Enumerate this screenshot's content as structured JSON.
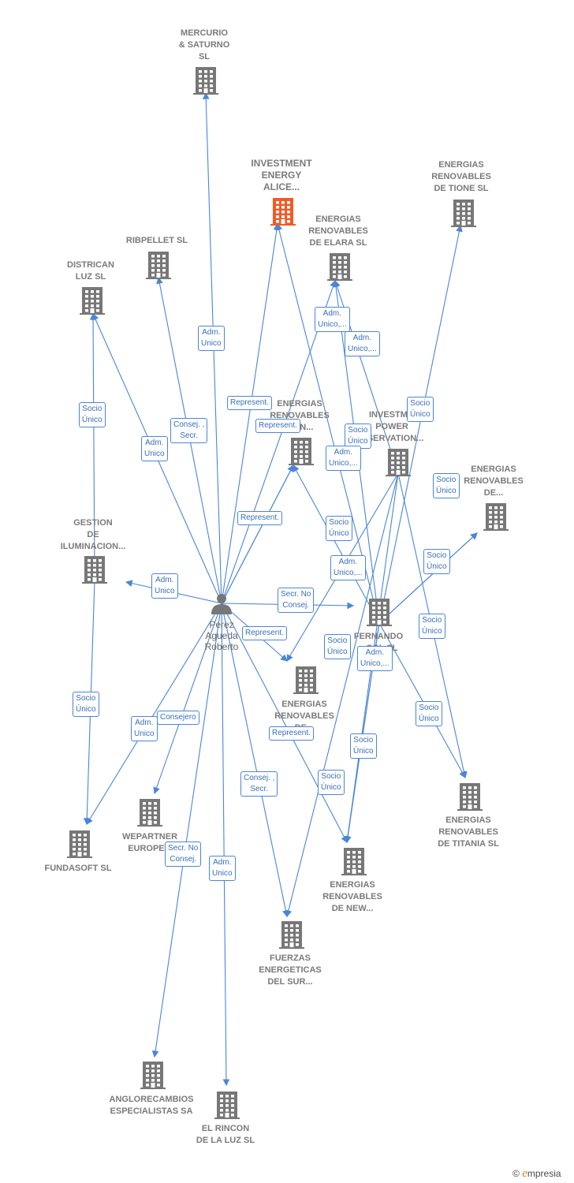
{
  "colors": {
    "edge": "#4a86d8",
    "building": "#777777",
    "focus": "#f05a28",
    "label": "#7a7a7a"
  },
  "person": {
    "name": "Perez\nAgueda\nRoberto"
  },
  "nodes": [
    {
      "id": "mercurio",
      "label": "MERCURIO\n& SATURNO\nSL"
    },
    {
      "id": "investment_alice",
      "label": "INVESTMENT\nENERGY\nALICE...",
      "focus": true
    },
    {
      "id": "tione",
      "label": "ENERGIAS\nRENOVABLES\nDE TIONE  SL"
    },
    {
      "id": "elara",
      "label": "ENERGIAS\nRENOVABLES\nDE ELARA  SL"
    },
    {
      "id": "ribpellet",
      "label": "RIBPELLET SL"
    },
    {
      "id": "districan",
      "label": "DISTRICAN\nLUZ SL"
    },
    {
      "id": "er_con",
      "label": "ENERGIAS\nRENOVABLES\n...ON..."
    },
    {
      "id": "investment_power",
      "label": "INVESTM...\nPOWER\n...SERVATION..."
    },
    {
      "id": "er_de",
      "label": "ENERGIAS\nRENOVABLES\nDE..."
    },
    {
      "id": "gestion",
      "label": "GESTION\nDE\nILUMINACION..."
    },
    {
      "id": "fernando",
      "label": "FERNANDO\n...SOL SL"
    },
    {
      "id": "er_de2",
      "label": "ENERGIAS\nRENOVABLES\nDE..."
    },
    {
      "id": "titania",
      "label": "ENERGIAS\nRENOVABLES\nDE TITANIA  SL"
    },
    {
      "id": "fundasoft",
      "label": "FUNDASOFT SL"
    },
    {
      "id": "wepartner",
      "label": "WEPARTNER\nEUROPE..."
    },
    {
      "id": "new",
      "label": "ENERGIAS\nRENOVABLES\nDE NEW..."
    },
    {
      "id": "fuerzas",
      "label": "FUERZAS\nENERGETICAS\nDEL SUR..."
    },
    {
      "id": "anglo",
      "label": "ANGLORECAMBIOS\nESPECIALISTAS SA"
    },
    {
      "id": "rincon",
      "label": "EL RINCON\nDE LA LUZ SL"
    }
  ],
  "edge_labels": [
    {
      "id": "e_mercurio",
      "text": "Adm.\nUnico"
    },
    {
      "id": "e_alice",
      "text": "Represent."
    },
    {
      "id": "e_elara1",
      "text": "Adm.\nUnico,..."
    },
    {
      "id": "e_elara2",
      "text": "Adm.\nUnico,..."
    },
    {
      "id": "e_tione",
      "text": "Socio\nÚnico"
    },
    {
      "id": "e_districan_socio",
      "text": "Socio\nÚnico"
    },
    {
      "id": "e_ribpellet",
      "text": "Consej. ,\nSecr."
    },
    {
      "id": "e_districan",
      "text": "Adm.\nUnico"
    },
    {
      "id": "e_con_rep",
      "text": "Represent."
    },
    {
      "id": "e_power_socio",
      "text": "Socio\nÚnico"
    },
    {
      "id": "e_power_adm",
      "text": "Adm.\nUnico,..."
    },
    {
      "id": "e_de_socio",
      "text": "Socio\nÚnico"
    },
    {
      "id": "e_con_rep2",
      "text": "Represent."
    },
    {
      "id": "e_con_socio",
      "text": "Socio\nÚnico"
    },
    {
      "id": "e_gestion",
      "text": "Adm.\nUnico"
    },
    {
      "id": "e_fernando_adm",
      "text": "Adm.\nUnico,..."
    },
    {
      "id": "e_de_socio2",
      "text": "Socio\nÚnico"
    },
    {
      "id": "e_fernando_secr",
      "text": "Secr.  No\nConsej."
    },
    {
      "id": "e_titania_socio",
      "text": "Socio\nÚnico"
    },
    {
      "id": "e_de2_rep",
      "text": "Represent."
    },
    {
      "id": "e_de2_socio",
      "text": "Socio\nÚnico"
    },
    {
      "id": "e_fer_adm2",
      "text": "Adm.\nUnico,..."
    },
    {
      "id": "e_fundasoft_socio",
      "text": "Socio\nÚnico"
    },
    {
      "id": "e_titania_socio2",
      "text": "Socio\nÚnico"
    },
    {
      "id": "e_fundasoft_adm",
      "text": "Adm.\nUnico"
    },
    {
      "id": "e_wepartner",
      "text": "Consejero"
    },
    {
      "id": "e_new_rep",
      "text": "Represent."
    },
    {
      "id": "e_new_socio",
      "text": "Socio\nÚnico"
    },
    {
      "id": "e_fuerzas_consej",
      "text": "Consej. ,\nSecr."
    },
    {
      "id": "e_fuerzas_socio",
      "text": "Socio\nÚnico"
    },
    {
      "id": "e_anglo",
      "text": "Secr.  No\nConsej."
    },
    {
      "id": "e_rincon",
      "text": "Adm.\nUnico"
    }
  ],
  "brand": {
    "copyright": "©",
    "e": "e",
    "rest": "mpresia"
  }
}
